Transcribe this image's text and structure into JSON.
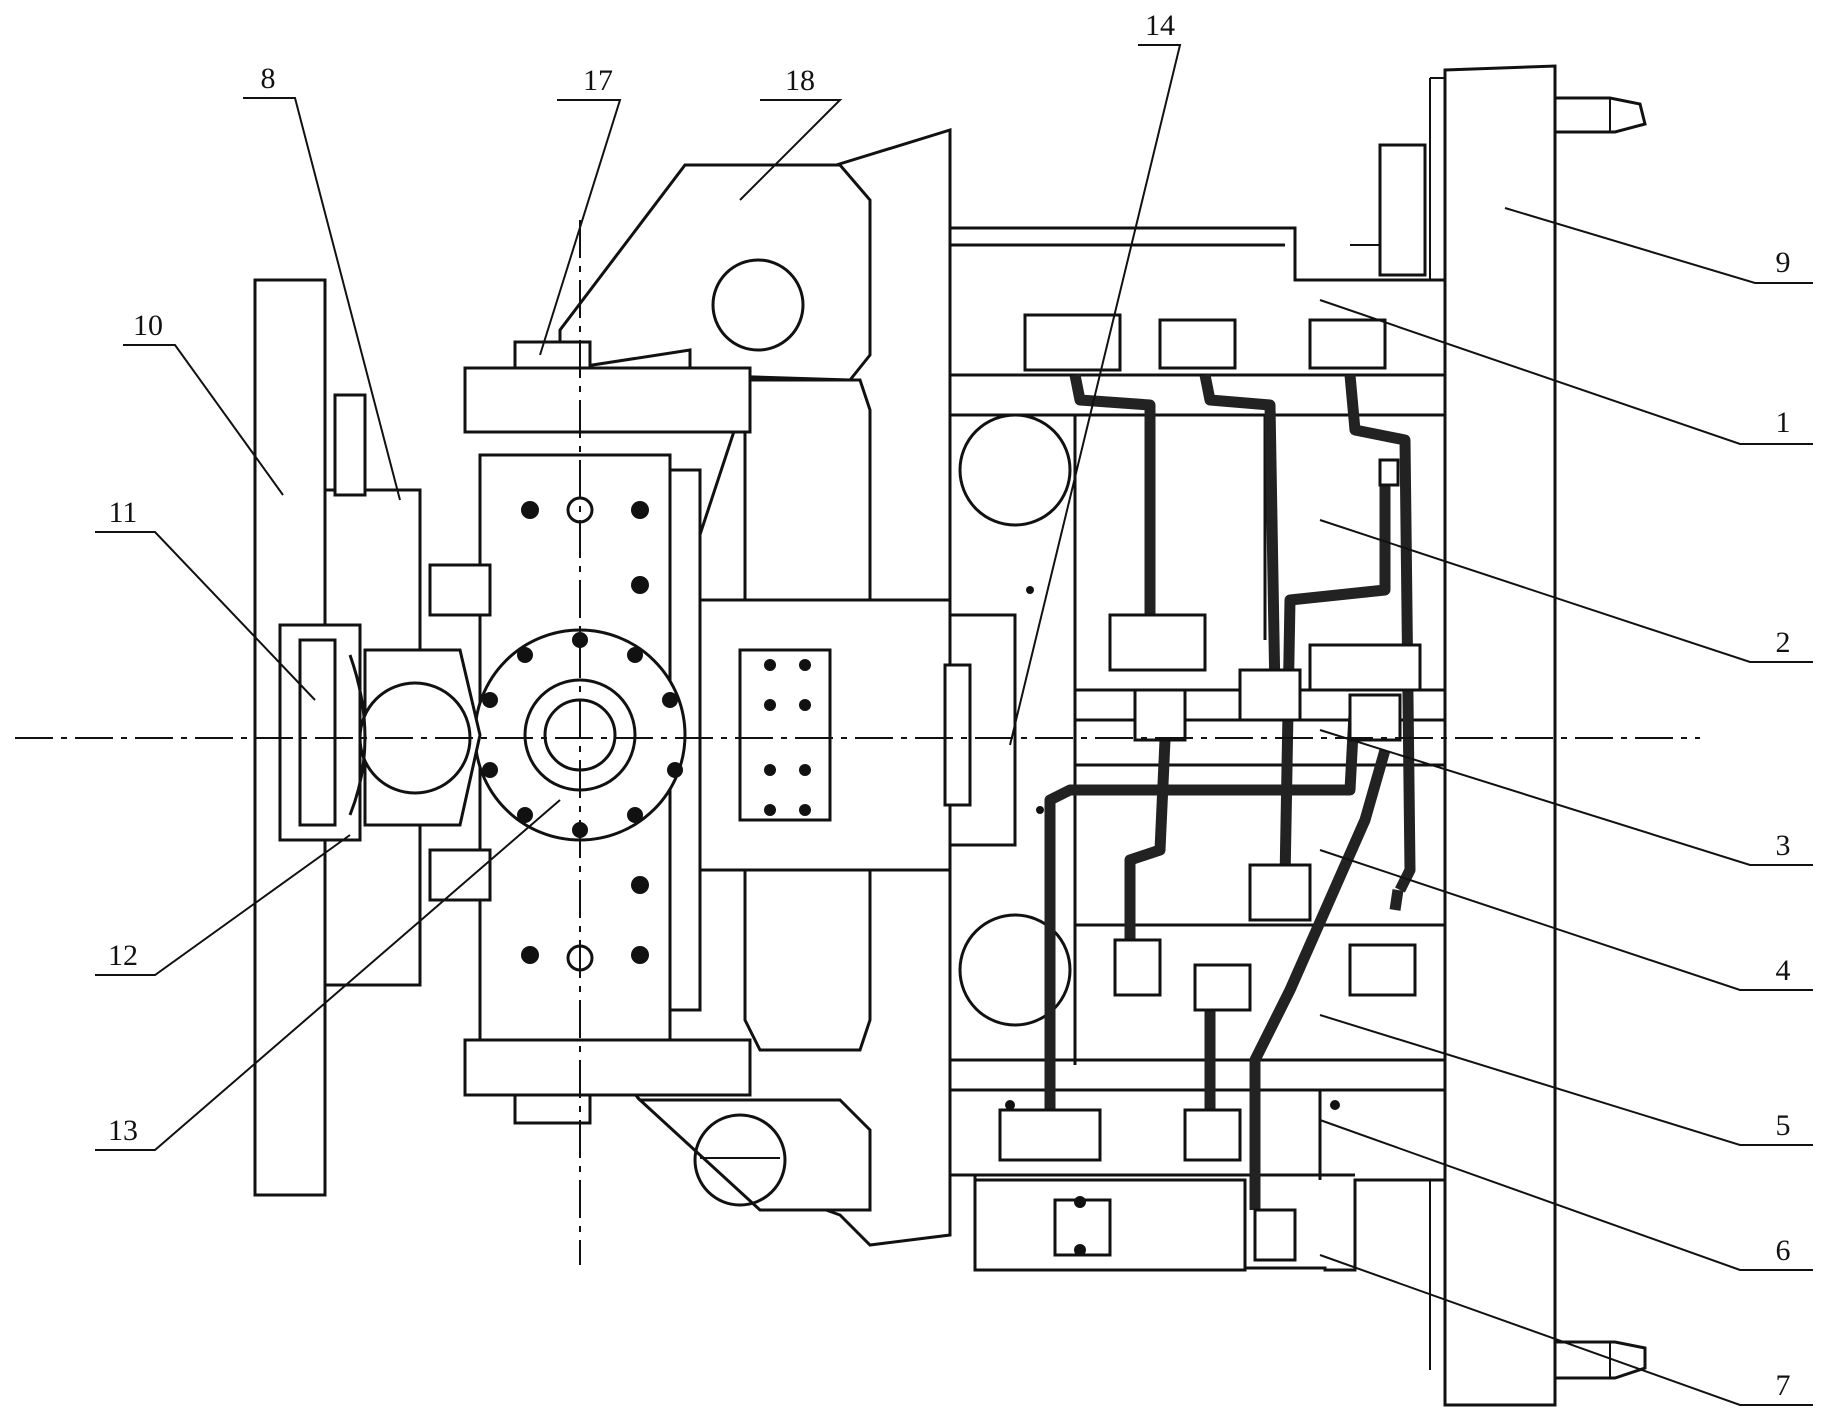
{
  "labels": [
    "1",
    "2",
    "3",
    "4",
    "5",
    "6",
    "7",
    "8",
    "9",
    "10",
    "11",
    "12",
    "13",
    "14",
    "17",
    "18"
  ]
}
